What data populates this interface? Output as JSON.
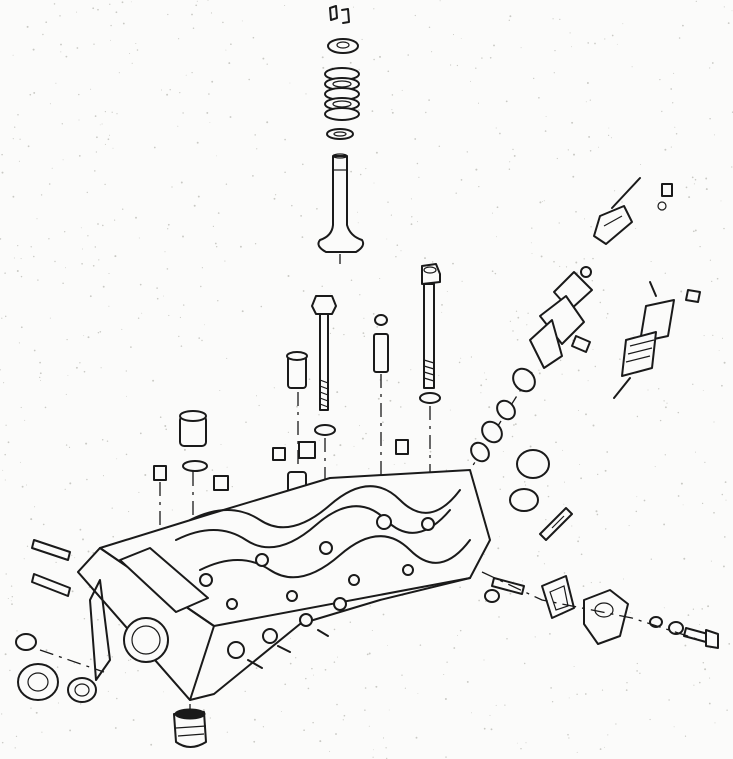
{
  "diagram": {
    "parts": [
      {
        "id": "valve-collet",
        "icon": "collet-icon"
      },
      {
        "id": "spring-retainer",
        "icon": "retainer-icon"
      },
      {
        "id": "valve-spring",
        "icon": "spring-icon"
      },
      {
        "id": "spring-seat",
        "icon": "washer-icon"
      },
      {
        "id": "valve",
        "icon": "valve-icon"
      },
      {
        "id": "long-head-bolt",
        "icon": "bolt-icon"
      },
      {
        "id": "head-bolt",
        "icon": "bolt-icon"
      },
      {
        "id": "guide-sleeve",
        "icon": "sleeve-icon"
      },
      {
        "id": "dowel-pin",
        "icon": "pin-icon"
      },
      {
        "id": "injector",
        "icon": "injector-icon"
      },
      {
        "id": "glow-plug",
        "icon": "glow-plug-icon"
      },
      {
        "id": "injector-clamp",
        "icon": "clamp-icon"
      },
      {
        "id": "sealing-washers",
        "icon": "washer-icon"
      },
      {
        "id": "core-plugs",
        "icon": "plug-icon"
      },
      {
        "id": "studs",
        "icon": "stud-icon"
      },
      {
        "id": "outlet-gasket",
        "icon": "gasket-icon"
      },
      {
        "id": "coolant-outlet-housing",
        "icon": "housing-icon"
      },
      {
        "id": "housing-bolt",
        "icon": "bolt-icon"
      },
      {
        "id": "camshaft-oil-seal",
        "icon": "seal-icon"
      },
      {
        "id": "end-plug",
        "icon": "plug-icon"
      },
      {
        "id": "cylinder-head",
        "icon": "cylinder-head-icon"
      }
    ],
    "colors": {
      "ink": "#1a1a1a",
      "paper": "#fbfbfa",
      "speckle": "#c9c9c4"
    }
  }
}
